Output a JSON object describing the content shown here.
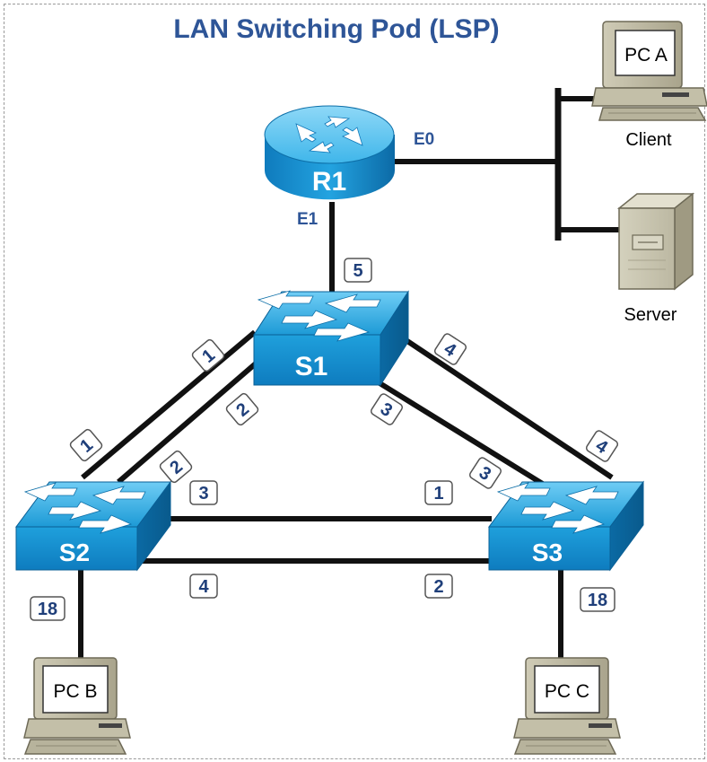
{
  "title": "LAN Switching Pod (LSP)",
  "devices": {
    "r1": "R1",
    "s1": "S1",
    "s2": "S2",
    "s3": "S3",
    "pca": "PC A",
    "pcb": "PC B",
    "pcc": "PC C"
  },
  "labels": {
    "client": "Client",
    "server": "Server",
    "e0": "E0",
    "e1": "E1"
  },
  "ports": {
    "s1_r1": "5",
    "s1_s2_a": "1",
    "s1_s2_b": "2",
    "s1_s3_a": "3",
    "s1_s3_b": "4",
    "s2_s1_a": "1",
    "s2_s1_b": "2",
    "s2_s3_a": "3",
    "s2_s3_b": "4",
    "s3_s1_a": "3",
    "s3_s1_b": "4",
    "s3_s2_a": "1",
    "s3_s2_b": "2",
    "s2_pcb": "18",
    "s3_pcc": "18"
  },
  "colors": {
    "title": "#2e5597",
    "device_blue": "#1e9bd7",
    "device_dark": "#0d6fa8",
    "port_text": "#1f3f7a",
    "link": "#111111"
  }
}
